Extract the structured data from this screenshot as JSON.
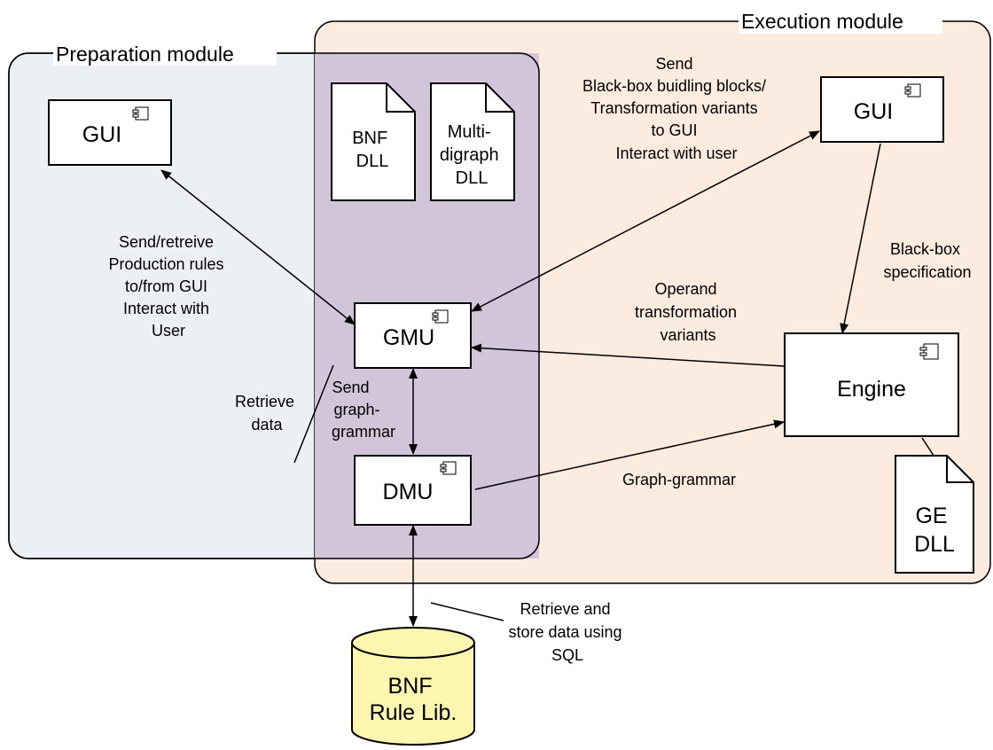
{
  "modules": {
    "preparation": {
      "title": "Preparation module"
    },
    "execution": {
      "title": "Execution module"
    }
  },
  "components": {
    "gui_left": "GUI",
    "gui_right": "GUI",
    "gmu": "GMU",
    "dmu": "DMU",
    "engine": "Engine"
  },
  "documents": {
    "bnf_dll": [
      "BNF",
      "DLL"
    ],
    "multidigraph_dll": [
      "Multi-",
      "digraph",
      "DLL"
    ],
    "ge_dll": [
      "GE",
      "DLL"
    ]
  },
  "database": {
    "lines": [
      "BNF",
      "Rule Lib."
    ]
  },
  "edge_labels": {
    "gui_gmu": [
      "Send/retreive",
      "Production rules",
      "to/from GUI",
      "Interact with",
      "User"
    ],
    "gui_right_gmu": [
      "Send",
      "Black-box buidling blocks/",
      "Transformation variants",
      "to GUI",
      "Interact with user"
    ],
    "blackbox": [
      "Black-box",
      "specification"
    ],
    "operand": [
      "Operand",
      "transformation",
      "variants"
    ],
    "retrieve": [
      "Retrieve",
      "data"
    ],
    "send_grammar": [
      "Send",
      "graph-",
      "grammar"
    ],
    "graph_grammar": "Graph-grammar",
    "sql": [
      "Retrieve and",
      "store data using",
      "SQL"
    ]
  },
  "colors": {
    "preparation_fill": "#eceff3",
    "execution_fill": "#fcebdf",
    "overlap_fill": "#d2c5da",
    "database_fill": "#fcf6b0"
  }
}
